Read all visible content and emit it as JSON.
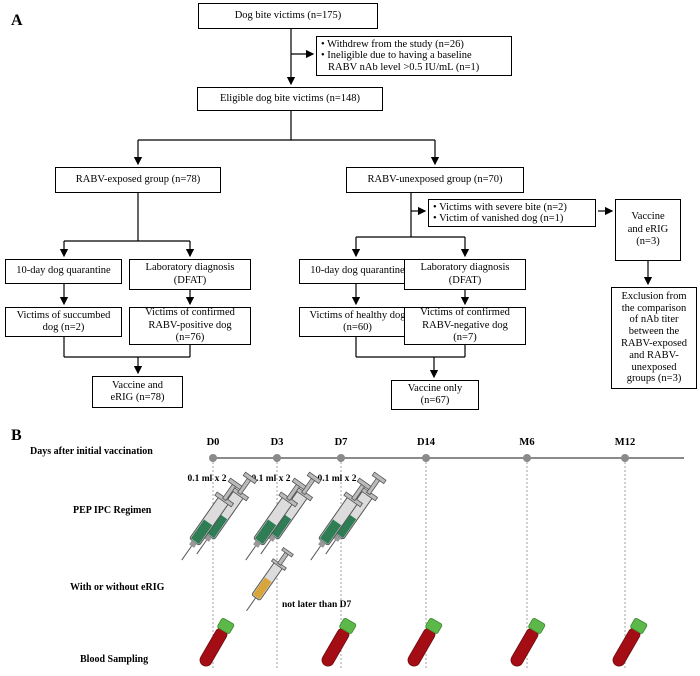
{
  "panel_a_label": "A",
  "panel_b_label": "B",
  "flow": {
    "victims": "Dog bite victims (n=175)",
    "excluded1": [
      "• Withdrew from the study (n=26)",
      "• Ineligible due to having a baseline",
      "  RABV nAb level >0.5 IU/mL (n=1)"
    ],
    "eligible": "Eligible dog bite victims (n=148)",
    "exposed": "RABV-exposed group (n=78)",
    "unexposed": "RABV-unexposed group (n=70)",
    "excluded2": [
      "• Victims with severe bite (n=2)",
      "• Victim of vanished dog (n=1)"
    ],
    "erig_box": [
      "Vaccine",
      "and eRIG",
      "(n=3)"
    ],
    "exclusion_note": [
      "Exclusion from",
      "the comparison",
      "of nAb titer",
      "between the",
      "RABV-exposed",
      "and RABV-",
      "unexposed",
      "groups (n=3)"
    ],
    "quarantine_exp": "10-day dog quarantine",
    "lab_exp": [
      "Laboratory diagnosis",
      "(DFAT)"
    ],
    "quarantine_unexp": "10-day dog quarantine",
    "lab_unexp": [
      "Laboratory diagnosis",
      "(DFAT)"
    ],
    "succumbed": [
      "Victims of succumbed",
      "dog (n=2)"
    ],
    "rabv_pos": [
      "Victims of confirmed",
      "RABV-positive dog",
      "(n=76)"
    ],
    "healthy": "Victims of healthy dog (n=60)",
    "rabv_neg": [
      "Victims of confirmed",
      "RABV-negative dog",
      "(n=7)"
    ],
    "vaccine_erig": [
      "Vaccine and",
      "eRIG (n=78)"
    ],
    "vaccine_only": [
      "Vaccine only",
      "(n=67)"
    ]
  },
  "timeline": {
    "row_labels": {
      "days": "Days after initial vaccination",
      "regimen": "PEP IPC Regimen",
      "erig": "With or without eRIG",
      "blood": "Blood Sampling"
    },
    "days": [
      "D0",
      "D3",
      "D7",
      "D14",
      "M6",
      "M12"
    ],
    "doses": [
      "0.1 ml x 2",
      "0.1 ml x 2",
      "0.1 ml x 2"
    ],
    "erig_note": "not later than D7"
  },
  "colors": {
    "timeline_gray": "#8a8a8a",
    "erig_fluid": "#d9a53a",
    "vaccine_fluid": "#2e7d55",
    "blood_tube": "#a50d15",
    "tube_cap": "#5cb848",
    "syringe_body": "#dcdcdc"
  }
}
